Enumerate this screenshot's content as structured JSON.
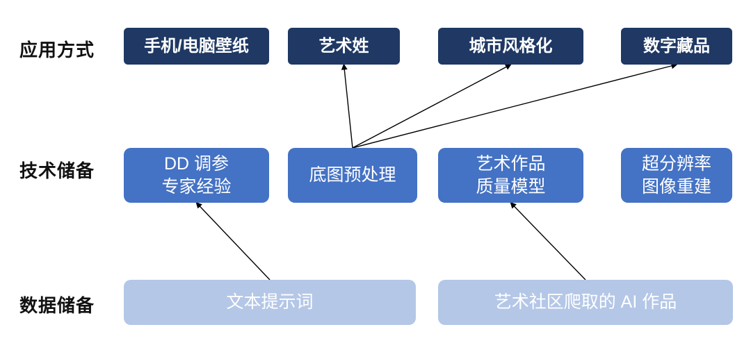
{
  "diagram": {
    "row_labels": {
      "application": "应用方式",
      "technology": "技术储备",
      "data": "数据储备"
    },
    "nodes": {
      "app_wallpaper": {
        "label": "手机/电脑壁纸"
      },
      "app_art_photo": {
        "label": "艺术姓"
      },
      "app_city_style": {
        "label": "城市风格化"
      },
      "app_digital_collectible": {
        "label": "数字藏品"
      },
      "tech_dd_tuning": {
        "line1": "DD 调参",
        "line2": "专家经验"
      },
      "tech_base_preprocess": {
        "label": "底图预处理"
      },
      "tech_art_quality": {
        "line1": "艺术作品",
        "line2": "质量模型"
      },
      "tech_super_resolution": {
        "line1": "超分辨率",
        "line2": "图像重建"
      },
      "data_text_prompt": {
        "label": "文本提示词"
      },
      "data_ai_works": {
        "label": "艺术社区爬取的 AI 作品"
      }
    },
    "edges": [
      {
        "from": "tech_base_preprocess",
        "to": "app_art_photo"
      },
      {
        "from": "tech_base_preprocess",
        "to": "app_city_style"
      },
      {
        "from": "tech_base_preprocess",
        "to": "app_digital_collectible"
      },
      {
        "from": "data_text_prompt",
        "to": "tech_dd_tuning"
      },
      {
        "from": "data_ai_works",
        "to": "tech_art_quality"
      }
    ],
    "colors": {
      "application_box": "#1f3864",
      "technology_box": "#4472c4",
      "data_box": "#b4c7e7",
      "box_text": "#ffffff",
      "arrow": "#000000",
      "background": "#ffffff"
    }
  }
}
